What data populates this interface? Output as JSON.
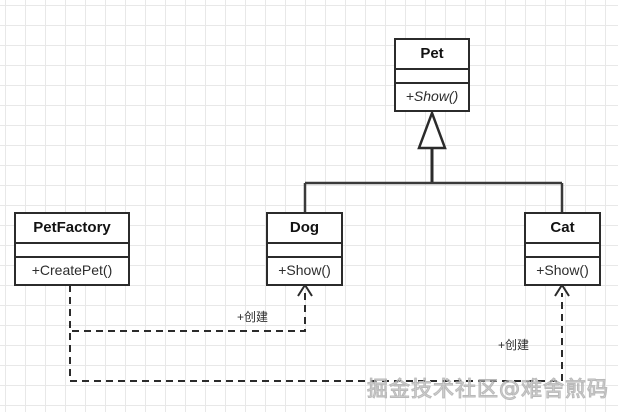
{
  "diagram": {
    "kind": "uml-class-diagram",
    "background": "#ffffff",
    "grid_color": "#e8e8e8",
    "line_color": "#2b2b2b",
    "classes": [
      {
        "id": "pet",
        "name": "Pet",
        "attributes": "",
        "operations": "+Show()",
        "abstract_operation": true
      },
      {
        "id": "petfactory",
        "name": "PetFactory",
        "attributes": "",
        "operations": "+CreatePet()",
        "abstract_operation": false
      },
      {
        "id": "dog",
        "name": "Dog",
        "attributes": "",
        "operations": "+Show()",
        "abstract_operation": false
      },
      {
        "id": "cat",
        "name": "Cat",
        "attributes": "",
        "operations": "+Show()",
        "abstract_operation": false
      }
    ],
    "relations": [
      {
        "id": "dog-extends-pet",
        "type": "generalization",
        "from": "Dog",
        "to": "Pet",
        "label": ""
      },
      {
        "id": "cat-extends-pet",
        "type": "generalization",
        "from": "Cat",
        "to": "Pet",
        "label": ""
      },
      {
        "id": "factory-creates-dog",
        "type": "dependency",
        "from": "PetFactory",
        "to": "Dog",
        "label": "+创建"
      },
      {
        "id": "factory-creates-cat",
        "type": "dependency",
        "from": "PetFactory",
        "to": "Cat",
        "label": "+创建"
      }
    ]
  },
  "watermark": {
    "text": "掘金技术社区@难舍煎码"
  }
}
